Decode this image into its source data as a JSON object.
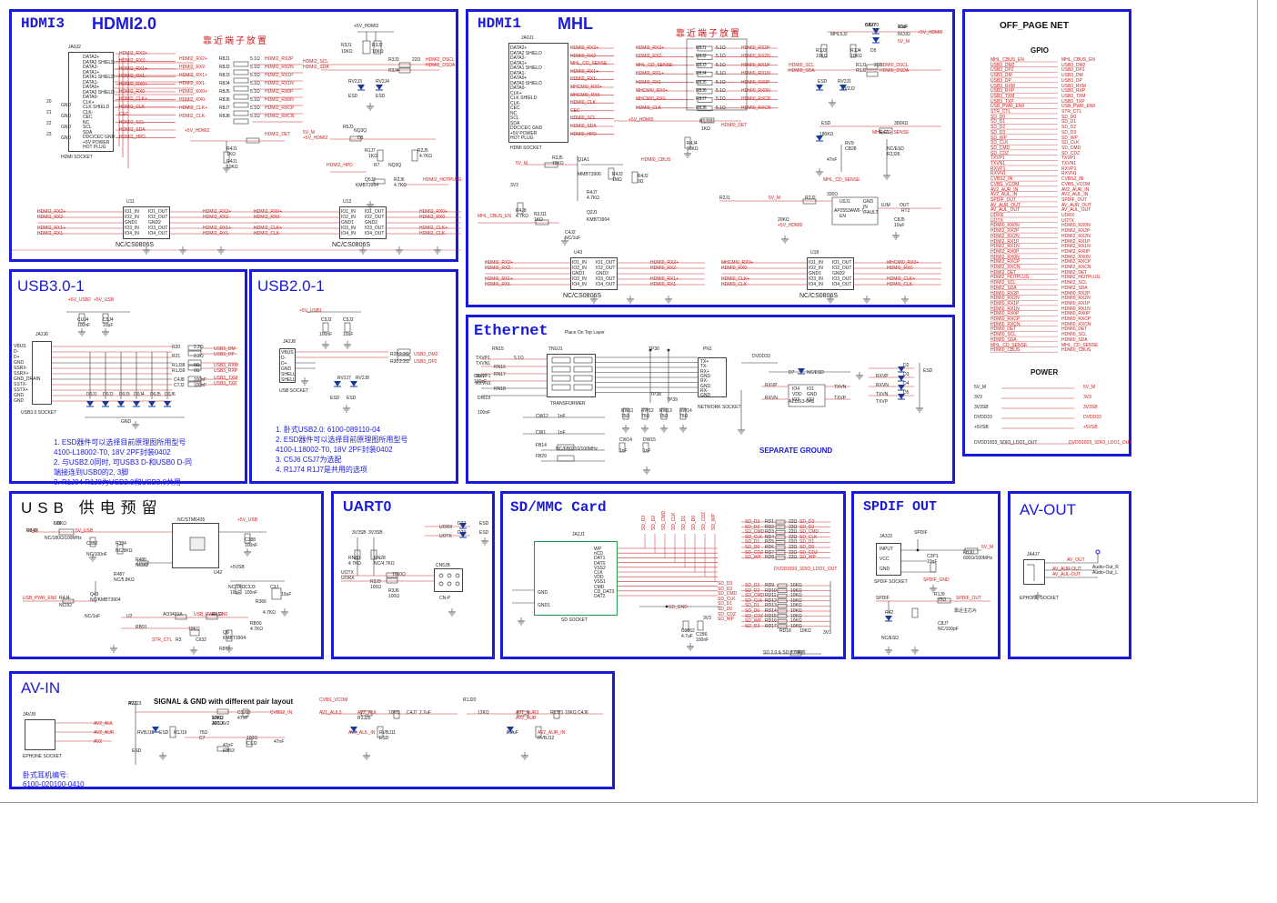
{
  "panels": {
    "hdmi3": {
      "title_a": "HDMI3",
      "title_b": "HDMI2.0",
      "cn_note": "靠近端子放置",
      "connector_ref": "JA0J2",
      "connector_name": "HDMI SOCKET",
      "pins": [
        "DATA2+",
        "DATA2 SHIELD",
        "DATA2-",
        "DATA1+",
        "DATA1 SHIELD",
        "DATA1-",
        "DATA0+",
        "DATA0 SHIELD",
        "DATA0-",
        "CLK+",
        "CLK SHIELD",
        "CLK-",
        "CEC",
        "NC",
        "SCL",
        "SDA",
        "DDC/CEC GND",
        "+5V POWER",
        "HOT PLUG"
      ],
      "gnd_pins": [
        "20",
        "21",
        "22",
        "23"
      ],
      "gnd_labels": [
        "GND",
        "GND",
        "GND",
        "GND"
      ],
      "nets_left": [
        "HDMI2_RX2+",
        "HDMI2_RX2-",
        "HDMI2_RX1+",
        "HDMI2_RX1-",
        "HDMI2_RX0+",
        "HDMI2_RX0-",
        "HDMI2_CLK+",
        "HDMI2_CLK-",
        "CEC",
        "HDMI2_SCL",
        "HDMI2_SDA",
        "HDMI2_HPD"
      ],
      "res_series": [
        "R8J1",
        "R8J2",
        "R8J3",
        "R8J4",
        "R8J5",
        "R8J6",
        "R8J7",
        "R8J8"
      ],
      "res_value": "5.1Ω",
      "nets_right": [
        "HDMI2_RX2P",
        "HDMI2_RX2N",
        "HDMI2_RX1P",
        "HDMI2_RX1N",
        "HDMI2_RX0P",
        "HDMI2_RX0N",
        "HDMI2_RXCP",
        "HDMI2_RXCN"
      ],
      "top_power": "+5V_HDMI2",
      "r_pull": [
        "R3J1",
        "R3J2"
      ],
      "r_pull_val": "10KΩ",
      "scl_sda_in": [
        "HDMI2_SCL",
        "HDMI2_SDA"
      ],
      "r_ddc": [
        "R3J3",
        "R3J4"
      ],
      "r_ddc_val": "22Ω",
      "scl_sda_out": [
        "HDMI2_DSCL",
        "HDMI2_DSDA"
      ],
      "esd": [
        "RV2J3",
        "RV2J4",
        "ESD",
        "ESD"
      ],
      "misc": [
        "R4J1",
        "1KΩ",
        "R4J1",
        "10KΩ",
        "+5V_HDMI2",
        "HDMI2_DET",
        "5V_M",
        "+5V_HDMI2",
        "R5J3",
        "NQ3Q",
        "D3",
        "R1J7",
        "1KΩ",
        "R2J5",
        "4.7KΩ",
        "HDMI2_HPD",
        "R7",
        "NQ3Q",
        "Q5J2",
        "KMBT3904",
        "R2J6",
        "4.7KΩ",
        "HDMI2_HOTPLUG"
      ],
      "tvs": [
        {
          "ref": "U11",
          "name": "NC/CS0806S",
          "pins": [
            "IO1_IN",
            "IO2_IN",
            "GND1",
            "IO3_IN",
            "IO4_IN"
          ],
          "outs": [
            "IO1_OUT",
            "IO2_OUT",
            "GND2",
            "IO3_OUT",
            "IO4_OUT"
          ],
          "nets": [
            "HDMI2_RX2+",
            "HDMI2_RX2-",
            "HDMI2_RX1+",
            "HDMI2_RX1-"
          ]
        },
        {
          "ref": "U13",
          "name": "NC/CS0806S",
          "pins": [
            "IO1_IN",
            "IO2_IN",
            "GND1",
            "IO3_IN",
            "IO4_IN"
          ],
          "outs": [
            "IO1_OUT",
            "IO2_OUT",
            "GND2",
            "IO3_OUT",
            "IO4_OUT"
          ],
          "nets": [
            "HDMI2_RX0+",
            "HDMI2_RX0-",
            "HDMI2_CLK+",
            "HDMI2_CLK-"
          ]
        }
      ]
    },
    "hdmi1": {
      "title_a": "HDMI1",
      "title_b": "MHL",
      "cn_note": "靠近端子放置",
      "connector_ref": "JA0J1",
      "connector_name": "HDMI SOCKET",
      "pins": [
        "DATA2+",
        "DATA2 SHIELD",
        "DATA2-",
        "DATA1+",
        "DATA1 SHIELD",
        "DATA1-",
        "DATA0+",
        "DATA0 SHIELD",
        "DATA0-",
        "CLK+",
        "CLK SHIELD",
        "CLK-",
        "CEC",
        "NC",
        "SCL",
        "SDA",
        "DDC/CEC GND",
        "+5V POWER",
        "HOT PLUG"
      ],
      "nets_left": [
        "HDMI0_RX2+",
        "HDMI0_RX2-",
        "MHL_CD_SENSE",
        "HDMI0_RX1+",
        "HDMI0_RX1-",
        "MHCMI0_RX0+",
        "MHCMI0_RX0-",
        "HDMI0_CLK",
        "CEC",
        "HDMI0_SCL",
        "HDMI0_SDA",
        "HDMI0_HPD"
      ],
      "res_series": [
        "R8J1",
        "R8J2",
        "R8J3",
        "R8J4",
        "R8J5",
        "R8J6",
        "R8J7",
        "R8J8"
      ],
      "res_value": "5.1Ω",
      "nets_right": [
        "HDMI0_RX2P",
        "HDMI0_RX2N",
        "HDMI0_RX1P",
        "HDMI0_RX1N",
        "HDMI0_RX0P",
        "HDMI0_RX0N",
        "HDMI0_RXCP",
        "HDMI0_RXCN"
      ],
      "misc": [
        "+5V_HDMI0",
        "R1J10",
        "1KΩ",
        "HDMI0_DET",
        "R4J4",
        "10KΩ",
        "5V_M",
        "R2J5",
        "10KΩ",
        "Q1A1",
        "MMBT3906",
        "R4J3",
        "1MΩ",
        "R4J2",
        "0Ω",
        "HDMI0_CBUS",
        "R4J7",
        "4.7KΩ",
        "Q2J1",
        "KMBT3904",
        "R4J8",
        "4.7KΩ",
        "R2J11",
        "1KΩ",
        "MHL_CBUS_EN",
        "C4J2",
        "NC/1uF",
        "3V3"
      ],
      "tvs": [
        {
          "ref": "U43",
          "name": "NC/CS0806S",
          "pins": [
            "IO1_IN",
            "IO2_IN",
            "GND1",
            "IO3_IN",
            "IO4_IN"
          ],
          "outs": [
            "IO1_OUT",
            "IO2_OUT",
            "GND2",
            "IO3_OUT",
            "IO4_OUT"
          ],
          "nets": [
            "HDMI0_RX2+",
            "HDMI0_RX2-",
            "HDMI0_RX1+",
            "HDMI0_RX1-"
          ]
        },
        {
          "ref": "U18",
          "name": "NC/CS0806S",
          "pins": [
            "IO1_IN",
            "IO2_IN",
            "GND1",
            "IO3_IN",
            "IO4_IN"
          ],
          "outs": [
            "IO1_OUT",
            "IO2_OUT",
            "GND2",
            "IO3_OUT",
            "IO4_OUT"
          ],
          "nets": [
            "MHCMI0_RX0+",
            "HDMI0_RX0-",
            "HDMI0_CLK+",
            "HDMI0_CLK-"
          ]
        }
      ],
      "mhl_block": [
        "BAV70",
        "R18",
        "NC0Ω",
        "5V_M",
        "+5V_HDMI0",
        "MHL5J2",
        "R1J3",
        "10KΩ",
        "R1J4",
        "10KΩ",
        "D5",
        "HDMI0_SCL",
        "HDMI0_SDA",
        "R1J1",
        "R1J2",
        "22Ω",
        "HDMI0_DSCL",
        "HDMI0_DSDA",
        "ESD",
        "RV2J1",
        "RV2J2",
        "ESD",
        "MHL_CD_SENSE",
        "R47",
        "180KΩ",
        "RV9",
        "CB28",
        "47nF",
        "NC/ESD",
        "R2J26",
        "300KΩ",
        "MHL_CD_SENSE",
        "R2J1",
        "5V_M",
        "R2J2",
        "330Ω",
        "U0J1",
        "AP2553AW6-7",
        "EN",
        "GND",
        "IN",
        "/FAULT",
        "ILIM",
        "OUT",
        "RT2",
        "20KΩ",
        "+5V_HDMI0",
        "C8J5",
        "10uF",
        "C8J7",
        "10uF"
      ]
    },
    "offpage": {
      "title": "OFF_PAGE  NET",
      "gpio_title": "GPIO",
      "gpio_nets": [
        "MHL_CBUS_EN",
        "USB3_DM2",
        "USB3_DP2",
        "USB3_DM",
        "USB3_DP",
        "USB3_RXM",
        "USB3_RXP",
        "USB3_TXM",
        "USB3_TXP",
        "USB_PWR_EN0",
        "STR_CTL",
        "SD_D0",
        "SD_D1",
        "SD_D2",
        "SD_D3",
        "SD_WP",
        "SD_CLK",
        "SD_CMD",
        "SD_CDZ",
        "TXVP1",
        "TXVN1",
        "RXVP1",
        "RXVN1",
        "CVBS2_IN",
        "CVBS_VCOM",
        "AV2_AUR_IN",
        "AV2_AUL_IN",
        "SPDIF_OUT",
        "AV_AUR_OUT",
        "AV_AUL_OUT",
        "UDRX",
        "UOTX",
        "HDMI0_RX0N",
        "HDMI2_RX2P",
        "HDMI2_RX2N",
        "HDMI2_RX1P",
        "HDMI2_RX1N",
        "HDMI2_RX0P",
        "HDMI2_RX0N",
        "HDMI2_RXCP",
        "HDMI2_RXCN",
        "HDMI2_DET",
        "HDMI2_HOTPLUG",
        "HDMI2_SCL",
        "HDMI2_SDA",
        "HDMI0_RX2P",
        "HDMI0_RX2N",
        "HDMI0_RX1P",
        "HDMI0_RX1N",
        "HDMI0_RX0P",
        "HDMI0_RXCP",
        "HDMI0_RXCN",
        "HDMI0_DET",
        "HDMI0_SCL",
        "HDMI0_SDA",
        "MHL_CD_SENSE",
        "HDMI0_CBUS"
      ],
      "power_title": "POWER",
      "power_nets": [
        "5V_M",
        "3V3",
        "3V3SB",
        "DVDD33",
        "+5VSB",
        "DVDD1833_SDIO_LDO1_OUT"
      ]
    },
    "usb30": {
      "title": "USB3.0-1",
      "connector": "JA2J6",
      "connector_name": "USB3.0 SOCKET",
      "pins": [
        "VBUS",
        "D-",
        "D+",
        "GND",
        "SSRX-",
        "SSRX+",
        "GND_DRAIN",
        "SSTX-",
        "SSTX+",
        "GND",
        "GND"
      ],
      "misc": [
        "+5V_USB2",
        "+5V_USB",
        "CUJ4",
        "100nF",
        "C5J4",
        "10uF",
        "R20",
        "2.2Ω",
        "R21",
        "2.2Ω",
        "R1J38",
        "0Ω",
        "R1J39",
        "0Ω",
        "C4J8",
        "100nF",
        "C7J2",
        "100nF",
        "USB3_DM",
        "USB3_DP",
        "USB3_RXM",
        "USB3_RXP",
        "USB3_TXM",
        "USB3_TXP",
        "D0J1",
        "D0J2",
        "D0J3",
        "D0J4",
        "D0J5",
        "D0J6",
        "GND"
      ],
      "notes": [
        "1. ESD器件可以选择目前原理图所用型号",
        "   4100-L18002-T0, 18V 2PF封装0402",
        "2. 与USB2.0同时, 可USB3 D-和USB0 D-同",
        "   端接连到USB0的2, 3脚",
        "3. R1J84 R1J8为USB2.0和USB3.0共用"
      ]
    },
    "usb20": {
      "title": "USB2.0-1",
      "connector": "JA2J8",
      "connector_name": "USB SOCKET",
      "pins": [
        "VBUS",
        "D-",
        "D+",
        "GND",
        "SHELL",
        "SHELL"
      ],
      "misc": [
        "+5V_USB1",
        "C5J2",
        "100nF",
        "C5J2",
        "10uF",
        "R28",
        "2.2Ω",
        "R30",
        "2.2Ω",
        "USB3_DM2",
        "USB3_DP2",
        "RV2J7",
        "RV2J8",
        "ESD",
        "ESD"
      ],
      "notes": [
        "1. 卧式USB2.0: 6100-089110-04",
        "2. ESD器件可以选择目前原理图所用型号",
        "   4100-L18002-T0, 18V 2PF封装0402",
        "3. C5J6   C5J7为选配",
        "4. R1J74   R1J7是共用的选项"
      ]
    },
    "ethernet": {
      "title": "Ethernet",
      "note": "Place On Top Layer",
      "trans_ref": "TNUJ1",
      "trans_name": "TRANSFORMER",
      "jack_ref": "PN1",
      "jack_name": "NETWORK SOCKET",
      "jack_pins": [
        "TX+",
        "TX-",
        "RX+",
        "GND",
        "RX-",
        "GND",
        "RX-",
        "GND"
      ],
      "misc": [
        "RN15",
        "TXVP1",
        "TXVN1",
        "RXVP1",
        "RXVN1",
        "RN16",
        "RN17",
        "RN18",
        "5.1Ω",
        "C9J17",
        "100nF",
        "DW19",
        "100nF",
        "TP30",
        "TP38",
        "TP39",
        "RW11",
        "75Ω",
        "RW12",
        "75Ω",
        "RW13",
        "75Ω",
        "RW14",
        "75Ω",
        "CW12",
        "1nF",
        "CW1",
        "1nF",
        "FB14",
        "FB29",
        "NC/FB0210/100MHz",
        "CW14",
        "1nF",
        "DW15",
        "1nF",
        "DVDD33",
        "D7",
        "NC/ESD",
        "AZ1013-04S",
        "IO4",
        "IO1",
        "VDD",
        "GND",
        "IO3",
        "IO2",
        "RXVP",
        "RXVN",
        "TXVN",
        "TXVP",
        "RXVP",
        "RXVN",
        "TXVN",
        "TXVP",
        "D2",
        "D3",
        "D4",
        "D5",
        "ESD"
      ],
      "separate": "SEPARATE   GROUND"
    },
    "usbpower": {
      "title": "USB 供电预留",
      "misc": [
        "5V_M",
        "L62",
        "NC/180Ω/100MHz",
        "5V_USB",
        "C3B2",
        "NC/100nF",
        "R384",
        "NC/9KΩ",
        "NC/STM6435",
        "+5V_USB",
        "C388",
        "100nF",
        "U42",
        "R486",
        "NC0Ω",
        "R487",
        "NC/5.8KΩ",
        "Q43",
        "NC/KMBT3904",
        "USB_PWR_EN0",
        "R4J4",
        "NC0Ω",
        "NC/1uF",
        "+5VSB",
        "C3J",
        "10uF",
        "C3J3",
        "100nF",
        "R366",
        "4.7KΩ",
        "U2",
        "AO3401A",
        "USB_PWR_EN0",
        "R412",
        "RB91",
        "10KΩ",
        "STR_CTL",
        "R3",
        "C632",
        "R877",
        "NC/1KΩ",
        "10uF",
        "RB90",
        "4.7KΩ",
        "Q9",
        "KMBT3904",
        "R840",
        "6.8KΩ"
      ]
    },
    "uart": {
      "title": "UART0",
      "misc": [
        "3V3SB",
        "3V3SB",
        "RN80",
        "4.7KΩ",
        "RN28",
        "NC/4.7KΩ",
        "UOTX",
        "UORX",
        "R3J3",
        "100Ω",
        "1000Ω",
        "R3J6",
        "100Ω",
        "CN5JB",
        "CN-P",
        "D22",
        "D23",
        "ESD",
        "ESD",
        "UORX",
        "UOTX"
      ]
    },
    "sdmmc": {
      "title": "SD/MMC  Card",
      "ref": "JA2J1",
      "name": "SD SOCKET",
      "pins": [
        "WP",
        "nCD",
        "DAT1",
        "DAT0",
        "VSS2",
        "CLK",
        "VDD",
        "VSS1",
        "CMD",
        "CD_DAT3",
        "DAT2",
        "GND",
        "GND1"
      ],
      "nets": [
        "SD_D3",
        "SD_D2",
        "SD_CMD",
        "SD_CLK",
        "SD_D1",
        "SD_D0",
        "SD_CDZ",
        "SD_WP"
      ],
      "res_a": [
        "RD1",
        "RD2",
        "RD3",
        "RD4",
        "RD5",
        "RD6",
        "RD7",
        "RD8"
      ],
      "res_a_val": "22Ω",
      "res_b": [
        "RD9",
        "RD10",
        "RD11",
        "RD12",
        "RD13",
        "RD14",
        "RD15",
        "RD16",
        "RD17"
      ],
      "res_b_val": "10KΩ",
      "misc": [
        "DVDD1833_SDIO_LDO1_OUT",
        "SD_GND",
        "C1862",
        "4.7uF",
        "C1B6",
        "100nF",
        "3V3",
        "RD18",
        "10KΩ",
        "3V3",
        "SD 2.0 & SD 3.0兼容"
      ]
    },
    "spdif": {
      "title": "SPDIF OUT",
      "ref": "JA3J3",
      "name": "SPDIF SOCKET",
      "pins": [
        "INPUT",
        "VCC",
        "GND"
      ],
      "misc": [
        "SPDIF",
        "5V_M",
        "FB30",
        "600Ω/100MHz",
        "C2P1",
        "10nF",
        "SPDIF_GND",
        "R1J9",
        "75Ω",
        "SPDIF",
        "SPDIF_OUT",
        "R42",
        "NC/ESD",
        "C8J7",
        "NC/100pF",
        "靠近主芯片"
      ]
    },
    "avout": {
      "title": "AV-OUT",
      "ref": "JA4J7",
      "name": "EPHONE SOCKET",
      "misc": [
        "AV_OUT",
        "AV_AUR-OUT",
        "AV_AUL-OUT",
        "Audio-Out_R",
        "Audio-Out_L"
      ]
    },
    "avin": {
      "title": "AV-IN",
      "ref": "JAVJ8",
      "name": "EPHONE SOCKET",
      "subtitle": "SIGNAL & GND with different pair layout",
      "pins": [
        "AV2_AUL",
        "AV2_AUR",
        "AV2"
      ],
      "misc": [
        "AV2",
        "RN52",
        "100Ω",
        "C3J10",
        "47nF",
        "CVBS2_IN",
        "RVBJ10",
        "ESD",
        "R1J19",
        "75Ω",
        "C7",
        "47nF",
        "RN53",
        "100Ω",
        "C3J2",
        "47nF",
        "CVBS_VCOM",
        "AV1_AUL3",
        "AV2_AUL",
        "R1J25",
        "10KΩ",
        "C4J7",
        "2.2uF",
        "AV2_AUL_IN",
        "RVBJ11",
        "ESD",
        "R1J20",
        "12KΩ",
        "AV1_AUR3",
        "AV2_AUR",
        "R1J21",
        "10KΩ",
        "C4J6",
        "2.2uF",
        "AV2_AUR_IN",
        "RVBJ12",
        "ESD",
        "R1J23",
        "12KΩ",
        "AV1 AV2"
      ],
      "notes": [
        "卧式耳机编号:",
        "6100-020100-0410"
      ]
    }
  }
}
